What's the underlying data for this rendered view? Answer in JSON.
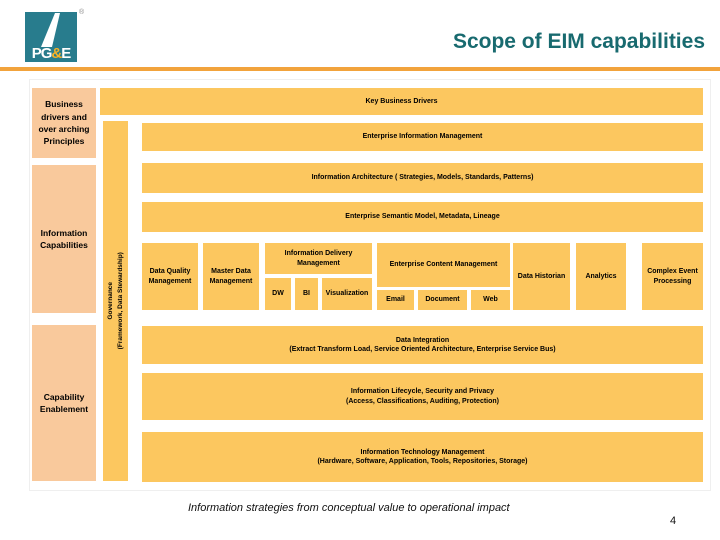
{
  "header": {
    "logo": {
      "pg": "PG",
      "amp": "&",
      "e": "E",
      "registered": "®"
    },
    "title": "Scope of EIM capabilities"
  },
  "diagram": {
    "left_column": [
      {
        "label": "Business drivers and over arching Principles"
      },
      {
        "label": "Information Capabilities"
      },
      {
        "label": "Capability Enablement"
      }
    ],
    "governance": {
      "line1": "Governance",
      "line2": "(Framework, Data Stewardship)"
    },
    "rows": {
      "key_business_drivers": "Key Business Drivers",
      "enterprise_information_management": "Enterprise Information Management",
      "information_architecture": "Information Architecture ( Strategies, Models, Standards, Patterns)",
      "semantic_model": "Enterprise Semantic Model, Metadata, Lineage",
      "data_integration_line1": "Data Integration",
      "data_integration_line2": "(Extract Transform Load, Service Oriented Architecture, Enterprise Service Bus)",
      "lifecycle_line1": "Information Lifecycle, Security and Privacy",
      "lifecycle_line2": "(Access, Classifications, Auditing, Protection)",
      "it_management_line1": "Information Technology Management",
      "it_management_line2": "(Hardware, Software, Application, Tools, Repositories, Storage)"
    },
    "middle": {
      "data_quality": "Data Quality Management",
      "master_data": "Master Data Management",
      "idm": {
        "header": "Information Delivery Management",
        "children": [
          "DW",
          "BI",
          "Visualization"
        ]
      },
      "ecm": {
        "header": "Enterprise Content Management",
        "children": [
          "Email",
          "Document",
          "Web"
        ]
      },
      "data_historian": "Data Historian",
      "analytics": "Analytics",
      "complex_event_processing": "Complex Event Processing"
    }
  },
  "footer": {
    "caption": "Information strategies from conceptual value to operational impact",
    "page_number": "4"
  },
  "colors": {
    "box_gold": "#FCC75F",
    "box_peach": "#F9C99C",
    "logo_teal": "#287C8D",
    "logo_amp_orange": "#F9B226",
    "title_teal": "#186A6F",
    "accent_line_orange": "#F2A33C",
    "text": "#000000"
  }
}
